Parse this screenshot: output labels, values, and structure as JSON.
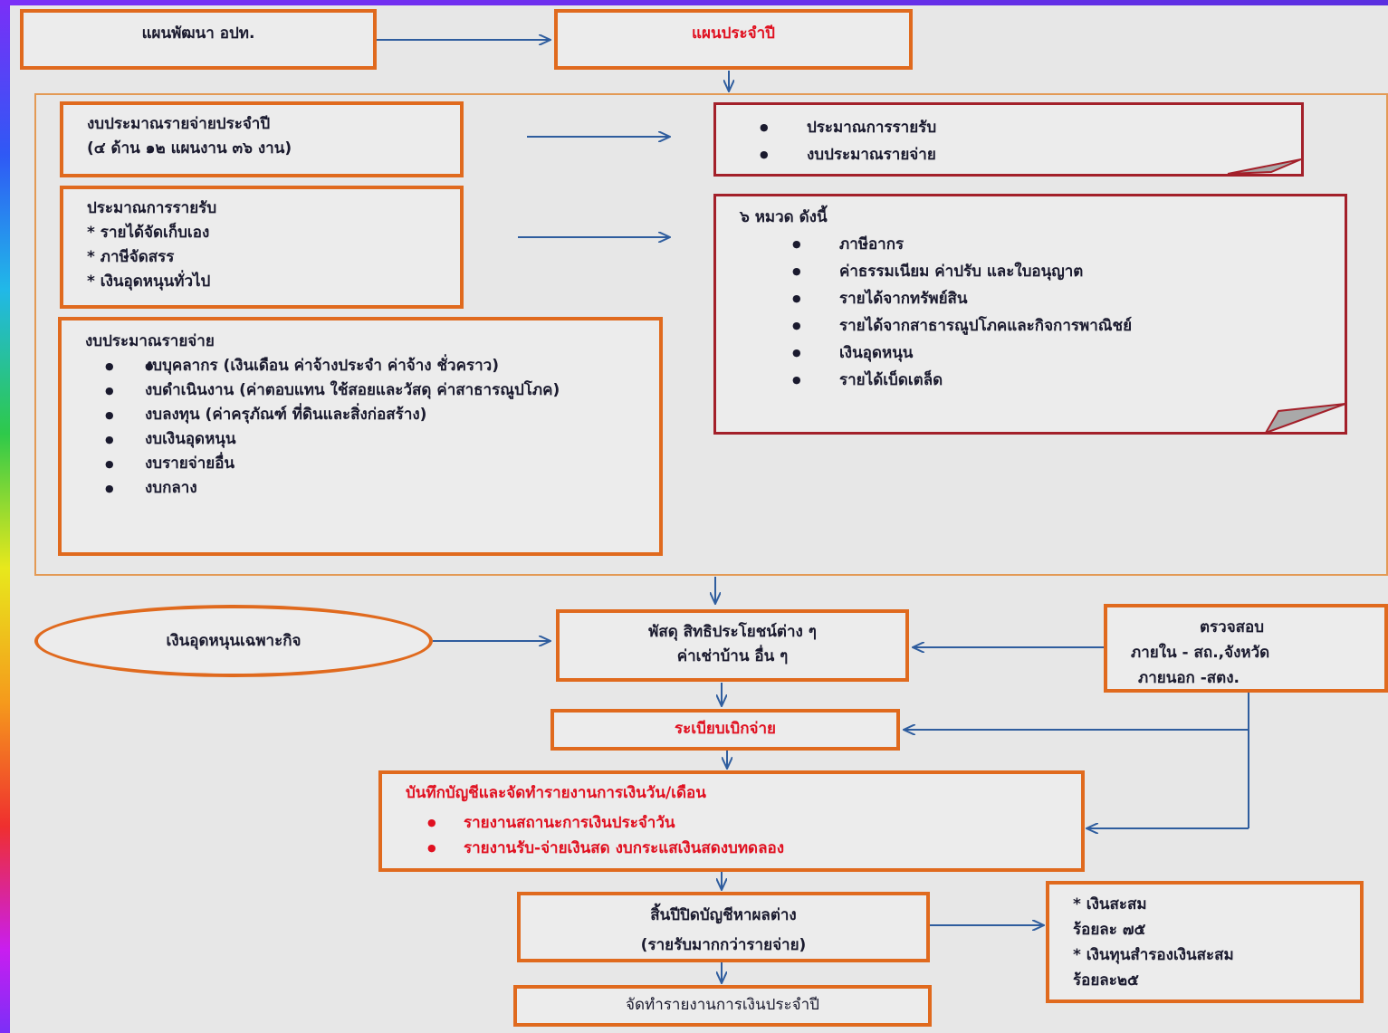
{
  "top": {
    "dev_plan": "แผนพัฒนา อปท.",
    "annual_plan": "แผนประจำปี"
  },
  "annual_budget": {
    "line1": "งบประมาณรายจ่ายประจำปี",
    "line2": "(๔ ด้าน ๑๒ แผนงาน ๓๖ งาน)"
  },
  "revenue_estimate": {
    "title": "ประมาณการรายรับ",
    "items": [
      "*  รายได้จัดเก็บเอง",
      "*  ภาษีจัดสรร",
      "*  เงินอุดหนุนทั่วไป"
    ]
  },
  "expense_budget": {
    "title": "งบประมาณรายจ่าย",
    "items": [
      "งบบุคลากร (เงินเดือน ค่าจ้างประจำ ค่าจ้าง ชั่วคราว)",
      "งบดำเนินงาน (ค่าตอบแทน ใช้สอยและวัสดุ ค่าสาธารณูปโภค)",
      "งบลงทุน (ค่าครุภัณฑ์ ที่ดินและสิ่งก่อสร้าง)",
      "งบเงินอุดหนุน",
      "งบรายจ่ายอื่น",
      "งบกลาง"
    ]
  },
  "note_estimate": {
    "items": [
      "ประมาณการรายรับ",
      "งบประมาณรายจ่าย"
    ]
  },
  "categories": {
    "title": "๖ หมวด ดังนี้",
    "items": [
      "ภาษีอากร",
      "ค่าธรรมเนียม ค่าปรับ และใบอนุญาต",
      "รายได้จากทรัพย์สิน",
      "รายได้จากสาธารณูปโภคและกิจการพาณิชย์",
      "เงินอุดหนุน",
      "รายได้เบ็ดเตล็ด"
    ]
  },
  "specific_grant": "เงินอุดหนุนเฉพาะกิจ",
  "supplies": {
    "line1": "พัสดุ สิทธิประโยชน์ต่าง ๆ",
    "line2": "ค่าเช่าบ้าน อื่น ๆ"
  },
  "audit": {
    "line1": "ตรวจสอบ",
    "line2": "ภายใน - สถ.,จังหวัด",
    "line3": "ภายนอก -สตง."
  },
  "disbursement": "ระเบียบเบิกจ่าย",
  "accounting": {
    "title": "บันทึกบัญชีและจัดทำรายงานการเงินวัน/เดือน",
    "items": [
      "รายงานสถานะการเงินประจำวัน",
      "รายงานรับ-จ่ายเงินสด งบกระแสเงินสดงบทดลอง"
    ]
  },
  "year_end": {
    "line1": "สิ้นปีปิดบัญชีหาผลต่าง",
    "line2": "(รายรับมากกว่ารายจ่าย)"
  },
  "reserve": {
    "line1": "* เงินสะสม",
    "line2": "ร้อยละ ๗๕",
    "line3": "* เงินทุนสำรองเงินสะสม",
    "line4": "ร้อยละ๒๕"
  },
  "annual_report": "จัดทำรายงานการเงินประจำปี",
  "colors": {
    "orange_border": "#e06a1e",
    "dark_red_border": "#a3202a",
    "arrow_blue": "#2f5d9e",
    "red_text": "#e01020"
  }
}
